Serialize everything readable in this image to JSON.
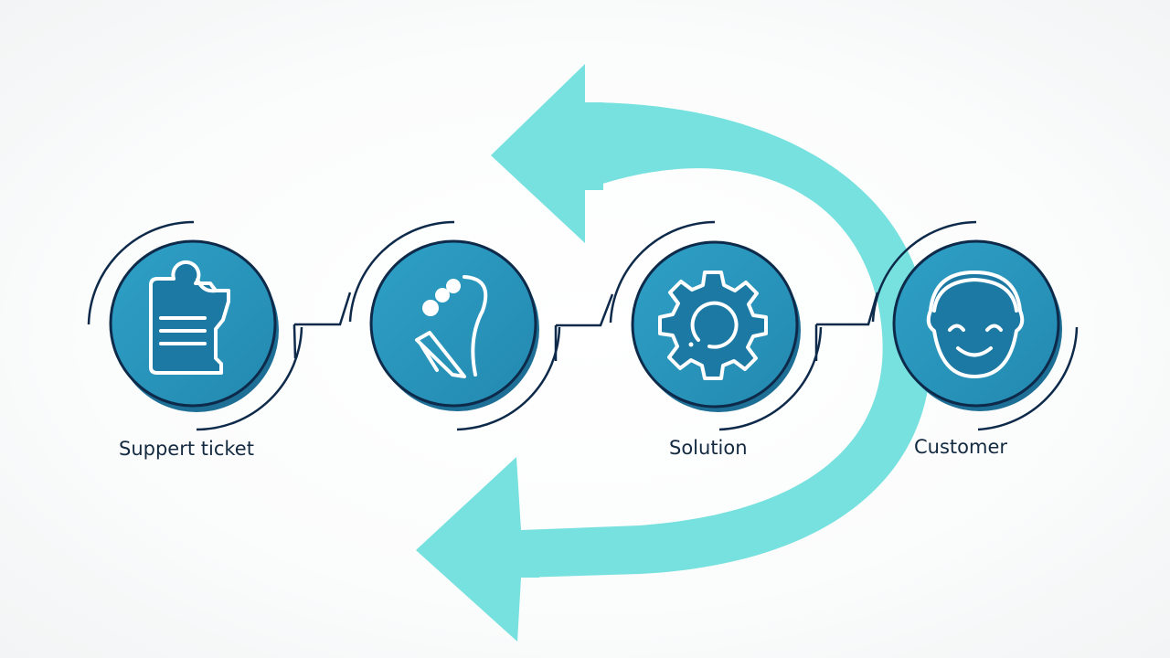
{
  "diagram": {
    "type": "process-flow-with-feedback-loop",
    "colors": {
      "arrow": "#76e1df",
      "circle_fill": "#2994ba",
      "circle_dark": "#1a6e92",
      "outline": "#0e2a4a",
      "icon_stroke": "#ffffff",
      "text": "#142a40",
      "background": "#ffffff"
    },
    "nodes": [
      {
        "id": "support-ticket",
        "label": "Suppert ticket",
        "icon": "clipboard-ticket-icon"
      },
      {
        "id": "analysis",
        "label": "",
        "icon": "abstract-tool-icon"
      },
      {
        "id": "solution",
        "label": "Solution",
        "icon": "gear-icon"
      },
      {
        "id": "customer",
        "label": "Customer",
        "icon": "smiley-face-icon"
      }
    ],
    "connectors": [
      {
        "from": "support-ticket",
        "to": "analysis"
      },
      {
        "from": "analysis",
        "to": "solution"
      },
      {
        "from": "solution",
        "to": "customer"
      }
    ],
    "feedback_arrows": [
      {
        "id": "top-arrow",
        "direction": "left"
      },
      {
        "id": "bottom-arrow",
        "direction": "left"
      }
    ]
  }
}
